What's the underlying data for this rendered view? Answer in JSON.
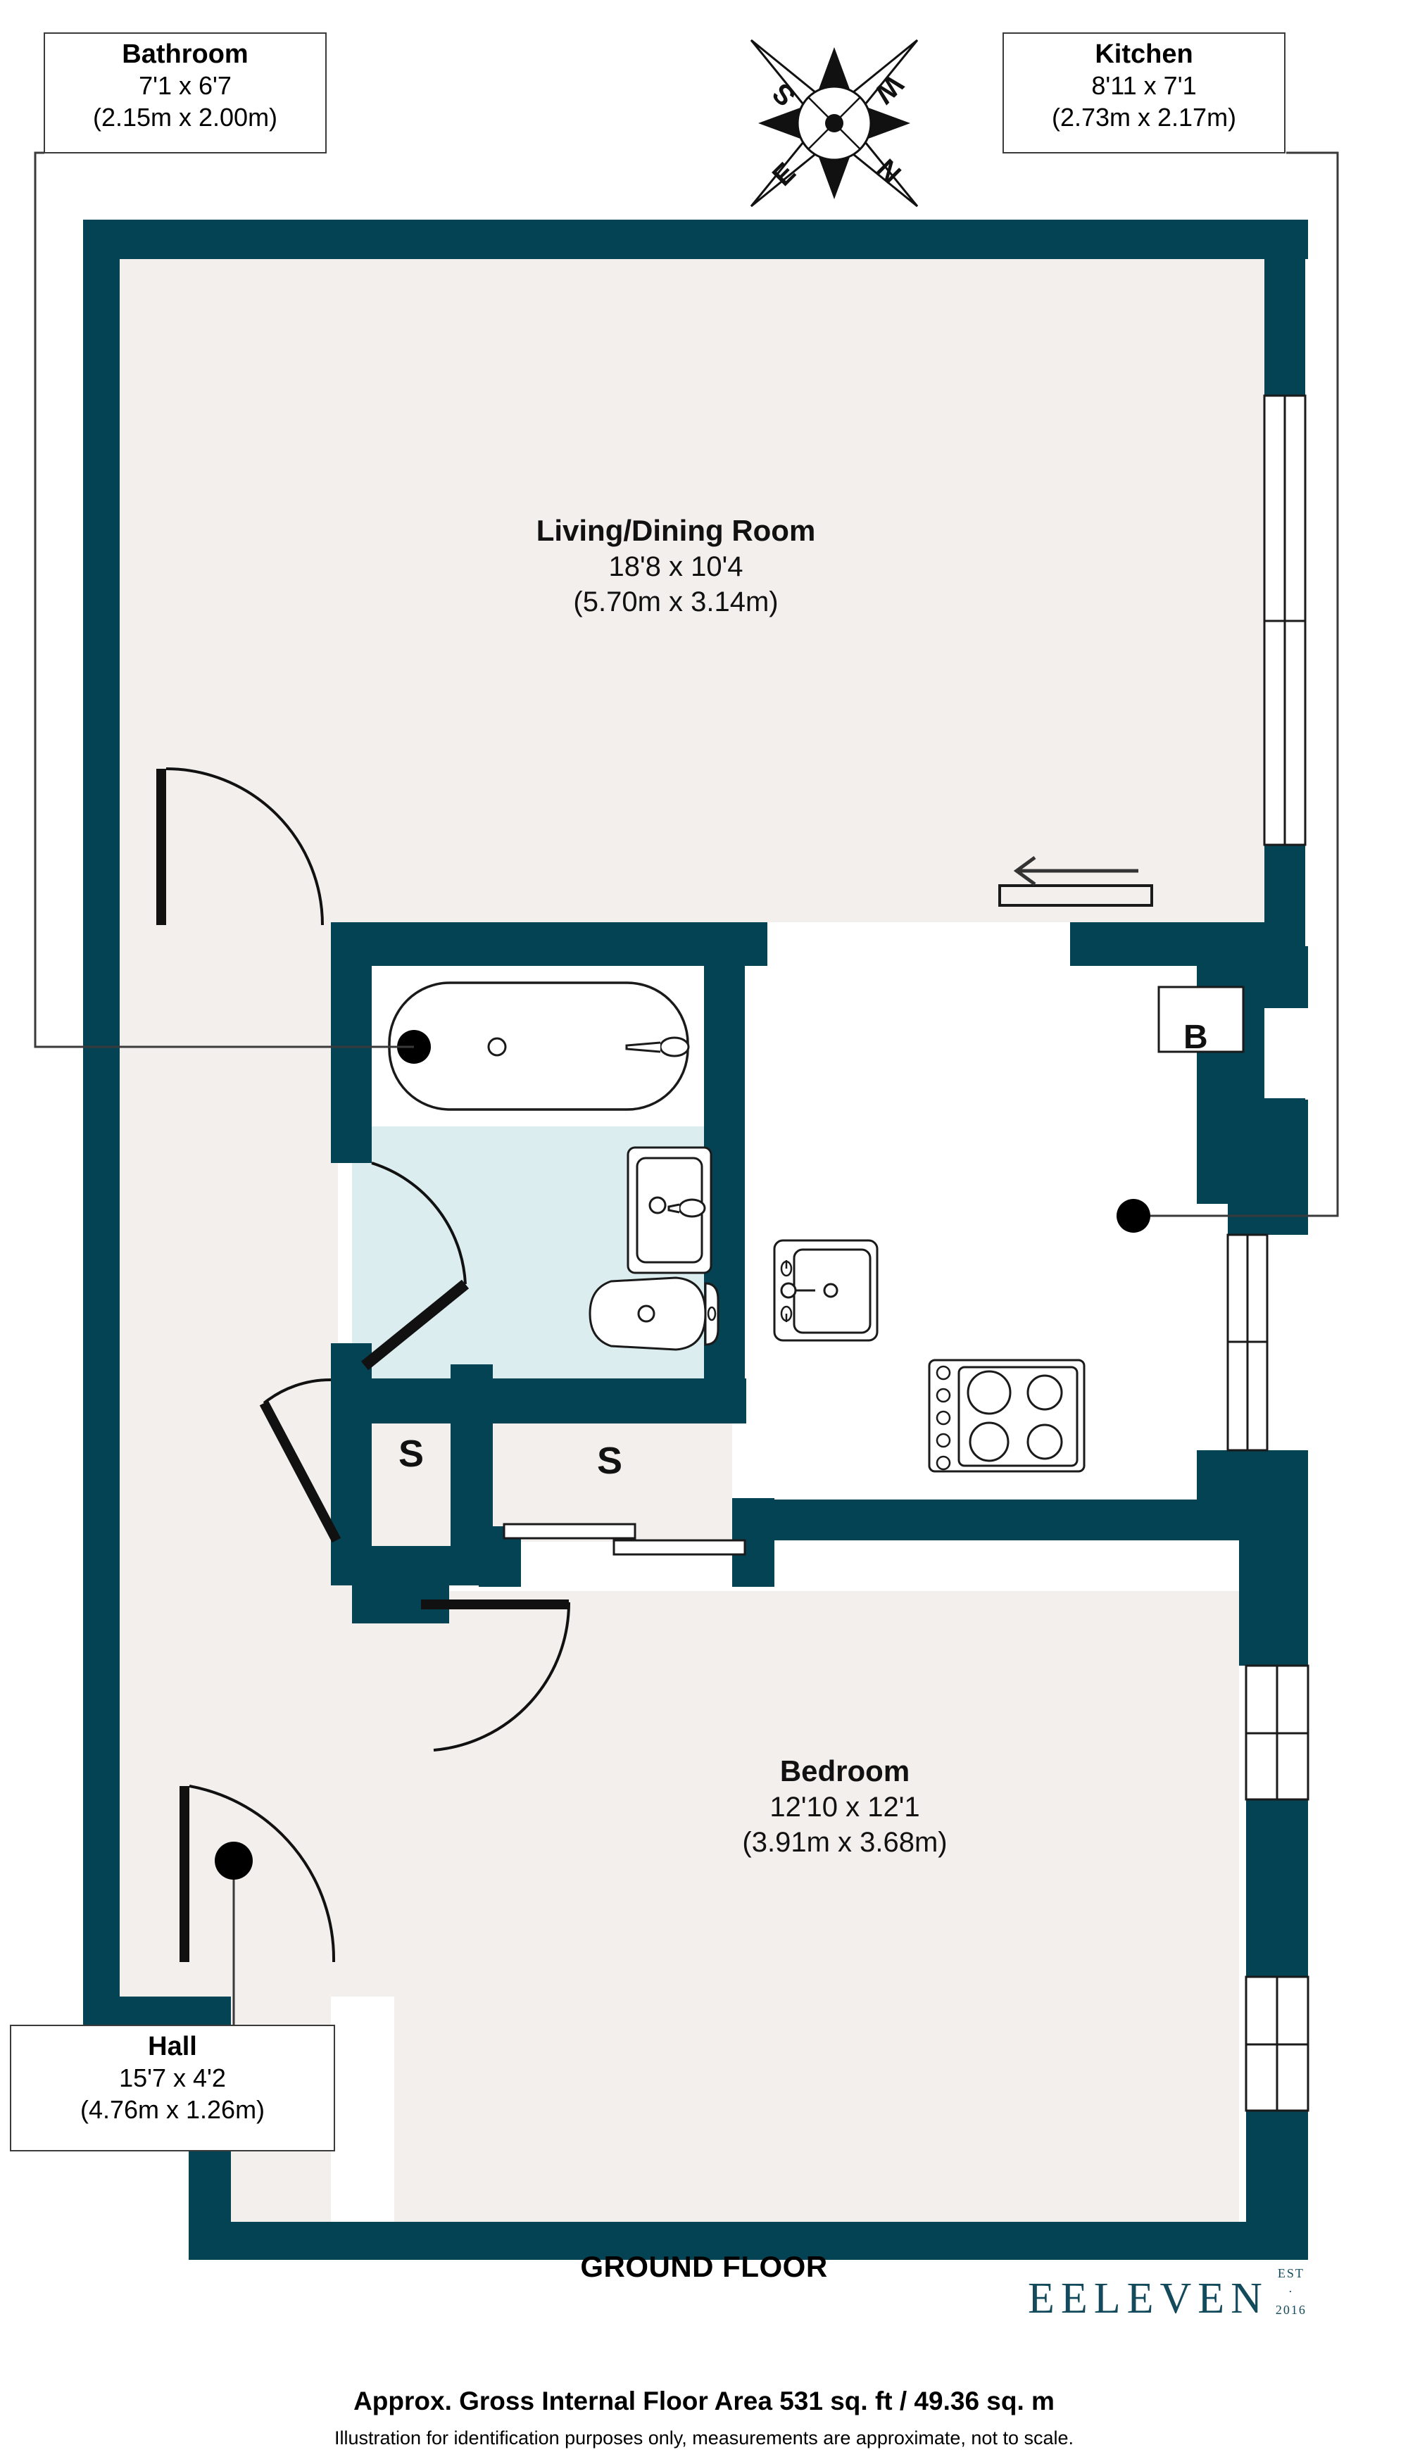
{
  "colors": {
    "wall": "#044354",
    "floor": "#f2efed",
    "bathroom_floor": "#dcedf0",
    "brand": "#134a5c",
    "outline": "#1a1a1a",
    "callout_border": "#3a3a3a",
    "white": "#ffffff"
  },
  "callouts": {
    "bathroom": {
      "title": "Bathroom",
      "imperial": "7'1 x 6'7",
      "metric": "(2.15m x 2.00m)"
    },
    "kitchen": {
      "title": "Kitchen",
      "imperial": "8'11 x 7'1",
      "metric": "(2.73m x 2.17m)"
    },
    "hall": {
      "title": "Hall",
      "imperial": "15'7 x 4'2",
      "metric": "(4.76m x 1.26m)"
    }
  },
  "rooms": {
    "living": {
      "title": "Living/Dining Room",
      "imperial": "18'8 x 10'4",
      "metric": "(5.70m x 3.14m)"
    },
    "bedroom": {
      "title": "Bedroom",
      "imperial": "12'10 x 12'1",
      "metric": "(3.91m x 3.68m)"
    }
  },
  "markers": {
    "storage_a": "S",
    "storage_b": "S",
    "boiler": "B"
  },
  "compass": {
    "north": "N",
    "south": "S",
    "east": "E",
    "west": "W"
  },
  "footer": {
    "floor_label": "GROUND FLOOR",
    "area": "Approx. Gross Internal Floor Area 531 sq. ft / 49.36 sq. m",
    "disclaimer": "Illustration for identification purposes only, measurements are approximate, not to scale.",
    "brand_name": "EELEVEN",
    "brand_est": "EST",
    "brand_dot": "·",
    "brand_year": "2016"
  }
}
